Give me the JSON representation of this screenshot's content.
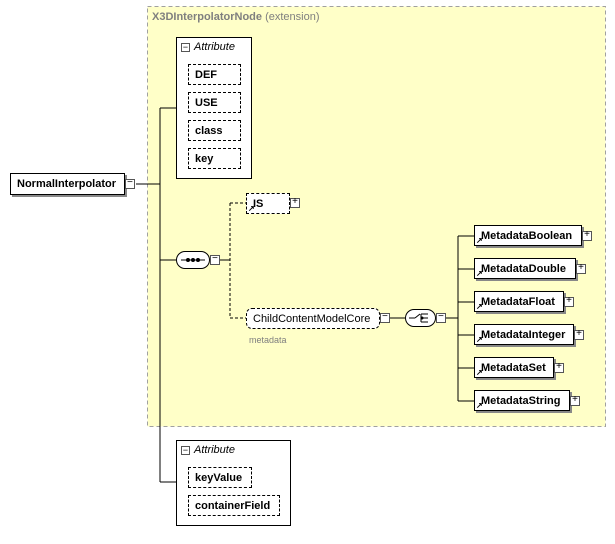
{
  "extension": {
    "title": "X3DInterpolatorNode",
    "subtitle": "(extension)"
  },
  "root": {
    "label": "NormalInterpolator"
  },
  "attributes_top": {
    "header": "Attribute",
    "items": [
      "DEF",
      "USE",
      "class",
      "key"
    ]
  },
  "attributes_bottom": {
    "header": "Attribute",
    "items": [
      "keyValue",
      "containerField"
    ]
  },
  "sequence": {
    "is_element": "IS",
    "group_ref": "ChildContentModelCore",
    "group_ref_sub": "metadata"
  },
  "choice_elements": [
    "MetadataBoolean",
    "MetadataDouble",
    "MetadataFloat",
    "MetadataInteger",
    "MetadataSet",
    "MetadataString"
  ],
  "colors": {
    "extension_fill": "#ffffc8",
    "extension_border": "#a0a0a0",
    "connector": "#000000"
  }
}
